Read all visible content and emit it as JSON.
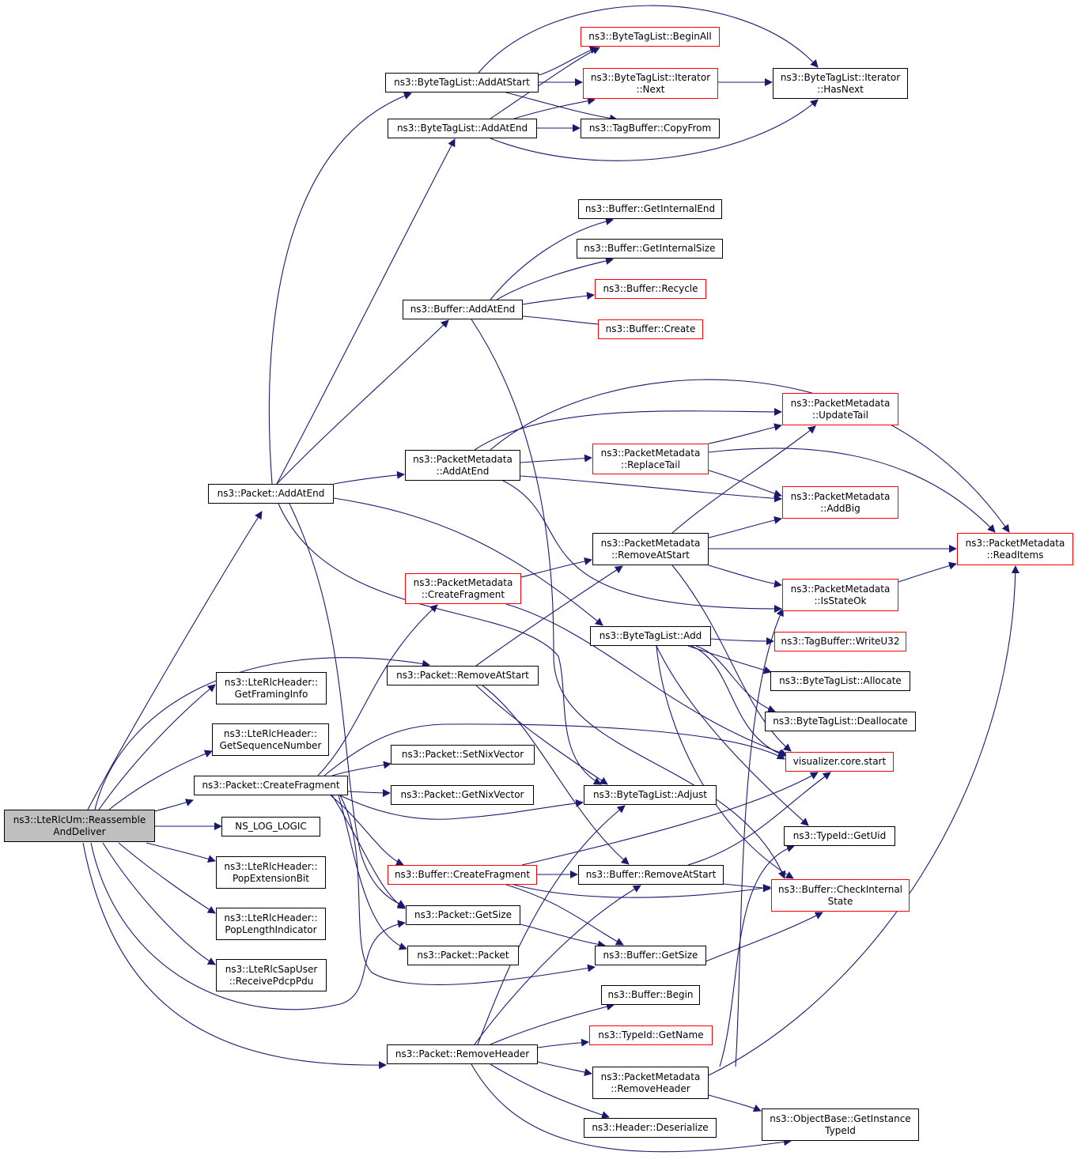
{
  "colors": {
    "edge": "#191970",
    "node_border": "#000000",
    "node_border_truncated": "#ff0000",
    "root_fill": "#bfbfbf"
  },
  "nodes": {
    "root": [
      "ns3::LteRlcUm::Reassemble",
      "AndDeliver"
    ],
    "bt_beginall": [
      "ns3::ByteTagList::BeginAll"
    ],
    "bt_addatstart": [
      "ns3::ByteTagList::AddAtStart"
    ],
    "bt_iter_next": [
      "ns3::ByteTagList::Iterator",
      "::Next"
    ],
    "bt_iter_hasnext": [
      "ns3::ByteTagList::Iterator",
      "::HasNext"
    ],
    "bt_addatend": [
      "ns3::ByteTagList::AddAtEnd"
    ],
    "tb_copyfrom": [
      "ns3::TagBuffer::CopyFrom"
    ],
    "buf_getinternalend": [
      "ns3::Buffer::GetInternalEnd"
    ],
    "buf_getinternalsize": [
      "ns3::Buffer::GetInternalSize"
    ],
    "buf_addatend": [
      "ns3::Buffer::AddAtEnd"
    ],
    "buf_recycle": [
      "ns3::Buffer::Recycle"
    ],
    "buf_create": [
      "ns3::Buffer::Create"
    ],
    "pm_updatetail": [
      "ns3::PacketMetadata",
      "::UpdateTail"
    ],
    "pm_addatend": [
      "ns3::PacketMetadata",
      "::AddAtEnd"
    ],
    "pm_replacetail": [
      "ns3::PacketMetadata",
      "::ReplaceTail"
    ],
    "pkt_addatend": [
      "ns3::Packet::AddAtEnd"
    ],
    "pm_addbig": [
      "ns3::PacketMetadata",
      "::AddBig"
    ],
    "pm_readitems": [
      "ns3::PacketMetadata",
      "::ReadItems"
    ],
    "pm_removeatstart": [
      "ns3::PacketMetadata",
      "::RemoveAtStart"
    ],
    "pm_createfragment": [
      "ns3::PacketMetadata",
      "::CreateFragment"
    ],
    "pm_isstateok": [
      "ns3::PacketMetadata",
      "::IsStateOk"
    ],
    "bt_add": [
      "ns3::ByteTagList::Add"
    ],
    "tb_writeu32": [
      "ns3::TagBuffer::WriteU32"
    ],
    "pkt_removeatstart": [
      "ns3::Packet::RemoveAtStart"
    ],
    "bt_allocate": [
      "ns3::ByteTagList::Allocate"
    ],
    "rlc_getframinginfo": [
      "ns3::LteRlcHeader::",
      "GetFramingInfo"
    ],
    "bt_deallocate": [
      "ns3::ByteTagList::Deallocate"
    ],
    "rlc_getseqnum": [
      "ns3::LteRlcHeader::",
      "GetSequenceNumber"
    ],
    "pkt_setnixvector": [
      "ns3::Packet::SetNixVector"
    ],
    "vis_core_start": [
      "visualizer.core.start"
    ],
    "pkt_createfragment": [
      "ns3::Packet::CreateFragment"
    ],
    "pkt_getnixvector": [
      "ns3::Packet::GetNixVector"
    ],
    "bt_adjust": [
      "ns3::ByteTagList::Adjust"
    ],
    "ns_log_logic": [
      "NS_LOG_LOGIC"
    ],
    "typeid_getuid": [
      "ns3::TypeId::GetUid"
    ],
    "rlc_popextbit": [
      "ns3::LteRlcHeader::",
      "PopExtensionBit"
    ],
    "buf_createfragment": [
      "ns3::Buffer::CreateFragment"
    ],
    "buf_removeatstart": [
      "ns3::Buffer::RemoveAtStart"
    ],
    "buf_checkinternal": [
      "ns3::Buffer::CheckInternal",
      "State"
    ],
    "pkt_getsize": [
      "ns3::Packet::GetSize"
    ],
    "rlc_poplenind": [
      "ns3::LteRlcHeader::",
      "PopLengthIndicator"
    ],
    "pkt_packet": [
      "ns3::Packet::Packet"
    ],
    "buf_getsize": [
      "ns3::Buffer::GetSize"
    ],
    "rlcsap_receive": [
      "ns3::LteRlcSapUser",
      "::ReceivePdcpPdu"
    ],
    "buf_begin": [
      "ns3::Buffer::Begin"
    ],
    "typeid_getname": [
      "ns3::TypeId::GetName"
    ],
    "pkt_removeheader": [
      "ns3::Packet::RemoveHeader"
    ],
    "pm_removeheader": [
      "ns3::PacketMetadata",
      "::RemoveHeader"
    ],
    "hdr_deserialize": [
      "ns3::Header::Deserialize"
    ],
    "ob_getinstancetypeid": [
      "ns3::ObjectBase::GetInstance",
      "TypeId"
    ]
  }
}
